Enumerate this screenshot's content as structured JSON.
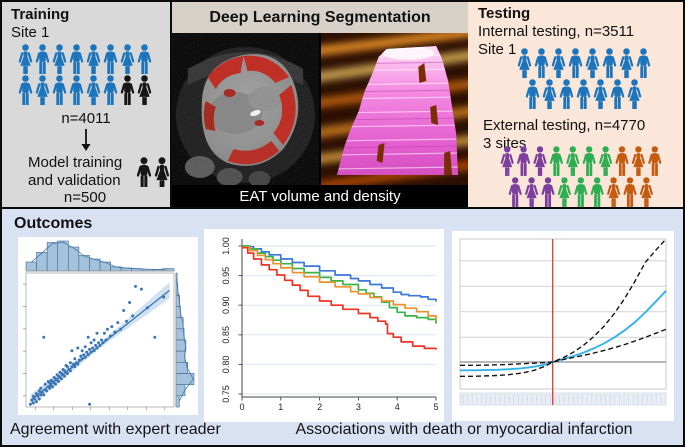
{
  "training": {
    "title": "Training",
    "site": "Site 1",
    "n_label": "n=4011",
    "model_label": "Model training and validation",
    "model_n": "n=500",
    "rows": [
      [
        "f:blue",
        "m:blue",
        "f:blue",
        "m:blue",
        "f:blue",
        "m:blue",
        "f:blue",
        "m:blue"
      ],
      [
        "m:blue",
        "f:blue",
        "m:blue",
        "m:blue",
        "f:blue",
        "m:blue",
        "m:black",
        "f:black"
      ]
    ],
    "model_icons": [
      "m:black",
      "f:black"
    ]
  },
  "segmentation": {
    "title": "Deep Learning Segmentation",
    "caption": "EAT volume and density",
    "images": [
      "ct-slice-with-red-eat-overlay",
      "3d-eat-volume-rendering-pink"
    ]
  },
  "testing": {
    "title": "Testing",
    "internal_label": "Internal testing, n=3511",
    "internal_site": "Site 1",
    "internal_rows": [
      [
        "f:blue",
        "m:blue",
        "f:blue",
        "m:blue",
        "f:blue",
        "m:blue",
        "f:blue",
        "m:blue"
      ],
      [
        "m:blue",
        "f:blue",
        "m:blue",
        "m:blue",
        "f:blue",
        "m:blue",
        "f:blue"
      ]
    ],
    "external_label": "External testing, n=4770",
    "external_sites": "3 sites",
    "external_rows": [
      [
        "f:purple",
        "m:purple",
        "f:purple",
        "m:green",
        "f:green",
        "m:green",
        "f:green",
        "m:orange",
        "f:orange",
        "m:orange"
      ],
      [
        "m:purple",
        "f:purple",
        "m:purple",
        "f:green",
        "m:green",
        "m:green",
        "f:orange",
        "m:orange",
        "f:orange"
      ]
    ]
  },
  "outcomes": {
    "title": "Outcomes",
    "caption_left": "Agreement with expert reader",
    "caption_right": "Associations with death or myocardial infarction"
  },
  "person_colors": {
    "blue": "#1c75bc",
    "black": "#161616",
    "purple": "#7d3f9f",
    "green": "#2fad52",
    "orange": "#c55a11"
  },
  "chart_data": [
    {
      "id": "agreement",
      "type": "scatter",
      "caption": "Agreement with expert reader",
      "point_color": "#3a76b4",
      "line_color": "#3a76b4",
      "band_color": "#c9dcee",
      "hist_fill": "#a5c2dc",
      "hist_edge": "#41688f",
      "fit_line": {
        "x1": 0.03,
        "y1": 0.05,
        "x2": 0.97,
        "y2": 0.87
      },
      "marginal_top": [
        0.3,
        0.62,
        0.95,
        1.0,
        0.8,
        0.52,
        0.4,
        0.3,
        0.14,
        0.1,
        0.08,
        0.06,
        0.05,
        0.08
      ],
      "marginal_right_top_to_bottom": [
        0.06,
        0.1,
        0.2,
        0.25,
        0.4,
        0.45,
        0.55,
        0.5,
        0.65,
        1.0,
        0.5,
        0.18
      ],
      "points": [
        [
          0.03,
          0.02
        ],
        [
          0.04,
          0.05
        ],
        [
          0.05,
          0.03
        ],
        [
          0.05,
          0.08
        ],
        [
          0.06,
          0.06
        ],
        [
          0.07,
          0.04
        ],
        [
          0.07,
          0.1
        ],
        [
          0.08,
          0.08
        ],
        [
          0.09,
          0.06
        ],
        [
          0.09,
          0.12
        ],
        [
          0.1,
          0.09
        ],
        [
          0.1,
          0.14
        ],
        [
          0.11,
          0.11
        ],
        [
          0.12,
          0.09
        ],
        [
          0.12,
          0.52
        ],
        [
          0.13,
          0.13
        ],
        [
          0.13,
          0.17
        ],
        [
          0.14,
          0.12
        ],
        [
          0.15,
          0.15
        ],
        [
          0.15,
          0.19
        ],
        [
          0.16,
          0.14
        ],
        [
          0.16,
          0.18
        ],
        [
          0.17,
          0.16
        ],
        [
          0.17,
          0.2
        ],
        [
          0.18,
          0.15
        ],
        [
          0.18,
          0.19
        ],
        [
          0.19,
          0.18
        ],
        [
          0.19,
          0.22
        ],
        [
          0.2,
          0.17
        ],
        [
          0.2,
          0.21
        ],
        [
          0.21,
          0.2
        ],
        [
          0.21,
          0.24
        ],
        [
          0.22,
          0.19
        ],
        [
          0.22,
          0.23
        ],
        [
          0.23,
          0.22
        ],
        [
          0.23,
          0.26
        ],
        [
          0.24,
          0.21
        ],
        [
          0.24,
          0.25
        ],
        [
          0.25,
          0.24
        ],
        [
          0.25,
          0.28
        ],
        [
          0.26,
          0.23
        ],
        [
          0.26,
          0.27
        ],
        [
          0.27,
          0.26
        ],
        [
          0.27,
          0.31
        ],
        [
          0.28,
          0.25
        ],
        [
          0.28,
          0.3
        ],
        [
          0.29,
          0.28
        ],
        [
          0.3,
          0.27
        ],
        [
          0.3,
          0.33
        ],
        [
          0.31,
          0.3
        ],
        [
          0.31,
          0.42
        ],
        [
          0.32,
          0.32
        ],
        [
          0.33,
          0.3
        ],
        [
          0.33,
          0.36
        ],
        [
          0.34,
          0.33
        ],
        [
          0.35,
          0.32
        ],
        [
          0.35,
          0.44
        ],
        [
          0.36,
          0.35
        ],
        [
          0.37,
          0.38
        ],
        [
          0.38,
          0.36
        ],
        [
          0.38,
          0.42
        ],
        [
          0.39,
          0.39
        ],
        [
          0.4,
          0.37
        ],
        [
          0.4,
          0.45
        ],
        [
          0.41,
          0.41
        ],
        [
          0.42,
          0.39
        ],
        [
          0.42,
          0.52
        ],
        [
          0.43,
          0.02
        ],
        [
          0.43,
          0.43
        ],
        [
          0.44,
          0.41
        ],
        [
          0.44,
          0.48
        ],
        [
          0.45,
          0.44
        ],
        [
          0.46,
          0.42
        ],
        [
          0.46,
          0.5
        ],
        [
          0.47,
          0.46
        ],
        [
          0.48,
          0.44
        ],
        [
          0.48,
          0.55
        ],
        [
          0.49,
          0.48
        ],
        [
          0.5,
          0.46
        ],
        [
          0.51,
          0.5
        ],
        [
          0.52,
          0.48
        ],
        [
          0.53,
          0.55
        ],
        [
          0.54,
          0.5
        ],
        [
          0.55,
          0.58
        ],
        [
          0.57,
          0.53
        ],
        [
          0.58,
          0.6
        ],
        [
          0.6,
          0.56
        ],
        [
          0.62,
          0.63
        ],
        [
          0.64,
          0.58
        ],
        [
          0.66,
          0.72
        ],
        [
          0.68,
          0.64
        ],
        [
          0.7,
          0.78
        ],
        [
          0.72,
          0.68
        ],
        [
          0.74,
          0.9
        ],
        [
          0.78,
          0.88
        ],
        [
          0.82,
          0.74
        ],
        [
          0.87,
          0.52
        ],
        [
          0.93,
          0.82
        ]
      ]
    },
    {
      "id": "survival",
      "type": "line",
      "caption": "Associations with death or myocardial infarction",
      "xlim": [
        0,
        5
      ],
      "ylim": [
        0.745,
        1.005
      ],
      "x_ticks": [
        "0",
        "1",
        "2",
        "3",
        "4",
        "5"
      ],
      "y_ticks": [
        "0.75",
        "0.80",
        "0.85",
        "0.90",
        "0.95",
        "1.00"
      ],
      "grid": true,
      "series": [
        {
          "name": "group-1",
          "color": "#3b78d8",
          "points": [
            [
              0,
              1.0
            ],
            [
              0.1,
              0.999
            ],
            [
              0.3,
              0.995
            ],
            [
              0.5,
              0.99
            ],
            [
              0.7,
              0.985
            ],
            [
              1.0,
              0.978
            ],
            [
              1.3,
              0.972
            ],
            [
              1.6,
              0.966
            ],
            [
              2.0,
              0.958
            ],
            [
              2.4,
              0.951
            ],
            [
              2.8,
              0.945
            ],
            [
              3.0,
              0.941
            ],
            [
              3.3,
              0.935
            ],
            [
              3.6,
              0.929
            ],
            [
              3.9,
              0.922
            ],
            [
              4.1,
              0.918
            ],
            [
              4.3,
              0.916
            ],
            [
              4.6,
              0.914
            ],
            [
              4.8,
              0.91
            ],
            [
              5.0,
              0.906
            ]
          ]
        },
        {
          "name": "group-2",
          "color": "#38b44a",
          "points": [
            [
              0,
              1.0
            ],
            [
              0.2,
              0.995
            ],
            [
              0.4,
              0.988
            ],
            [
              0.6,
              0.982
            ],
            [
              0.8,
              0.976
            ],
            [
              1.0,
              0.97
            ],
            [
              1.3,
              0.962
            ],
            [
              1.6,
              0.955
            ],
            [
              2.0,
              0.947
            ],
            [
              2.3,
              0.941
            ],
            [
              2.6,
              0.935
            ],
            [
              3.0,
              0.926
            ],
            [
              3.2,
              0.92
            ],
            [
              3.4,
              0.914
            ],
            [
              3.6,
              0.905
            ],
            [
              3.8,
              0.896
            ],
            [
              4.0,
              0.888
            ],
            [
              4.2,
              0.882
            ],
            [
              4.5,
              0.879
            ],
            [
              4.8,
              0.876
            ],
            [
              5.0,
              0.869
            ]
          ]
        },
        {
          "name": "group-3",
          "color": "#e9932f",
          "points": [
            [
              0,
              0.998
            ],
            [
              0.2,
              0.992
            ],
            [
              0.4,
              0.984
            ],
            [
              0.6,
              0.977
            ],
            [
              0.8,
              0.97
            ],
            [
              1.0,
              0.963
            ],
            [
              1.3,
              0.955
            ],
            [
              1.6,
              0.948
            ],
            [
              2.0,
              0.939
            ],
            [
              2.4,
              0.931
            ],
            [
              2.8,
              0.923
            ],
            [
              3.0,
              0.919
            ],
            [
              3.3,
              0.913
            ],
            [
              3.6,
              0.907
            ],
            [
              3.9,
              0.901
            ],
            [
              4.2,
              0.895
            ],
            [
              4.5,
              0.889
            ],
            [
              4.8,
              0.882
            ],
            [
              5.0,
              0.874
            ]
          ]
        },
        {
          "name": "group-4",
          "color": "#ee3224",
          "points": [
            [
              0,
              0.997
            ],
            [
              0.15,
              0.988
            ],
            [
              0.3,
              0.978
            ],
            [
              0.5,
              0.968
            ],
            [
              0.7,
              0.96
            ],
            [
              0.9,
              0.951
            ],
            [
              1.1,
              0.942
            ],
            [
              1.3,
              0.934
            ],
            [
              1.5,
              0.925
            ],
            [
              1.7,
              0.915
            ],
            [
              2.0,
              0.907
            ],
            [
              2.3,
              0.9
            ],
            [
              2.6,
              0.893
            ],
            [
              3.0,
              0.886
            ],
            [
              3.3,
              0.879
            ],
            [
              3.5,
              0.873
            ],
            [
              3.7,
              0.868
            ],
            [
              3.75,
              0.852
            ],
            [
              3.9,
              0.846
            ],
            [
              4.1,
              0.838
            ],
            [
              4.4,
              0.831
            ],
            [
              4.7,
              0.827
            ],
            [
              5.0,
              0.825
            ]
          ]
        }
      ]
    },
    {
      "id": "hazard",
      "type": "line",
      "caption": "Associations with death or myocardial infarction",
      "ref_line_y": 0.18,
      "red_vline_x": 0.45,
      "red_vline_color": "#e0392f",
      "gridlines_y": [
        0.345,
        0.515,
        0.685,
        0.855
      ],
      "series": [
        {
          "name": "estimate",
          "color": "#35b3e8",
          "dash": false,
          "points": [
            [
              0,
              0.125
            ],
            [
              0.06,
              0.125
            ],
            [
              0.12,
              0.126
            ],
            [
              0.18,
              0.128
            ],
            [
              0.24,
              0.132
            ],
            [
              0.3,
              0.138
            ],
            [
              0.36,
              0.149
            ],
            [
              0.41,
              0.162
            ],
            [
              0.45,
              0.18
            ],
            [
              0.5,
              0.199
            ],
            [
              0.55,
              0.219
            ],
            [
              0.6,
              0.243
            ],
            [
              0.65,
              0.271
            ],
            [
              0.7,
              0.305
            ],
            [
              0.75,
              0.345
            ],
            [
              0.8,
              0.392
            ],
            [
              0.85,
              0.447
            ],
            [
              0.9,
              0.511
            ],
            [
              0.95,
              0.582
            ],
            [
              1,
              0.655
            ]
          ]
        },
        {
          "name": "upper-ci",
          "color": "#141414",
          "dash": true,
          "points": [
            [
              0,
              0.158
            ],
            [
              0.06,
              0.158
            ],
            [
              0.12,
              0.159
            ],
            [
              0.18,
              0.161
            ],
            [
              0.24,
              0.164
            ],
            [
              0.3,
              0.168
            ],
            [
              0.36,
              0.172
            ],
            [
              0.41,
              0.176
            ],
            [
              0.45,
              0.18
            ],
            [
              0.5,
              0.208
            ],
            [
              0.55,
              0.245
            ],
            [
              0.6,
              0.292
            ],
            [
              0.65,
              0.35
            ],
            [
              0.7,
              0.42
            ],
            [
              0.75,
              0.505
            ],
            [
              0.8,
              0.605
            ],
            [
              0.85,
              0.72
            ],
            [
              0.9,
              0.845
            ],
            [
              0.95,
              0.925
            ],
            [
              1,
              1.0
            ]
          ]
        },
        {
          "name": "lower-ci",
          "color": "#141414",
          "dash": true,
          "points": [
            [
              0,
              0.085
            ],
            [
              0.06,
              0.085
            ],
            [
              0.12,
              0.087
            ],
            [
              0.18,
              0.09
            ],
            [
              0.24,
              0.096
            ],
            [
              0.3,
              0.106
            ],
            [
              0.36,
              0.125
            ],
            [
              0.41,
              0.15
            ],
            [
              0.45,
              0.18
            ],
            [
              0.5,
              0.196
            ],
            [
              0.55,
              0.21
            ],
            [
              0.6,
              0.224
            ],
            [
              0.65,
              0.24
            ],
            [
              0.7,
              0.257
            ],
            [
              0.75,
              0.276
            ],
            [
              0.8,
              0.297
            ],
            [
              0.85,
              0.32
            ],
            [
              0.9,
              0.345
            ],
            [
              0.95,
              0.371
            ],
            [
              1,
              0.398
            ]
          ]
        }
      ]
    }
  ]
}
